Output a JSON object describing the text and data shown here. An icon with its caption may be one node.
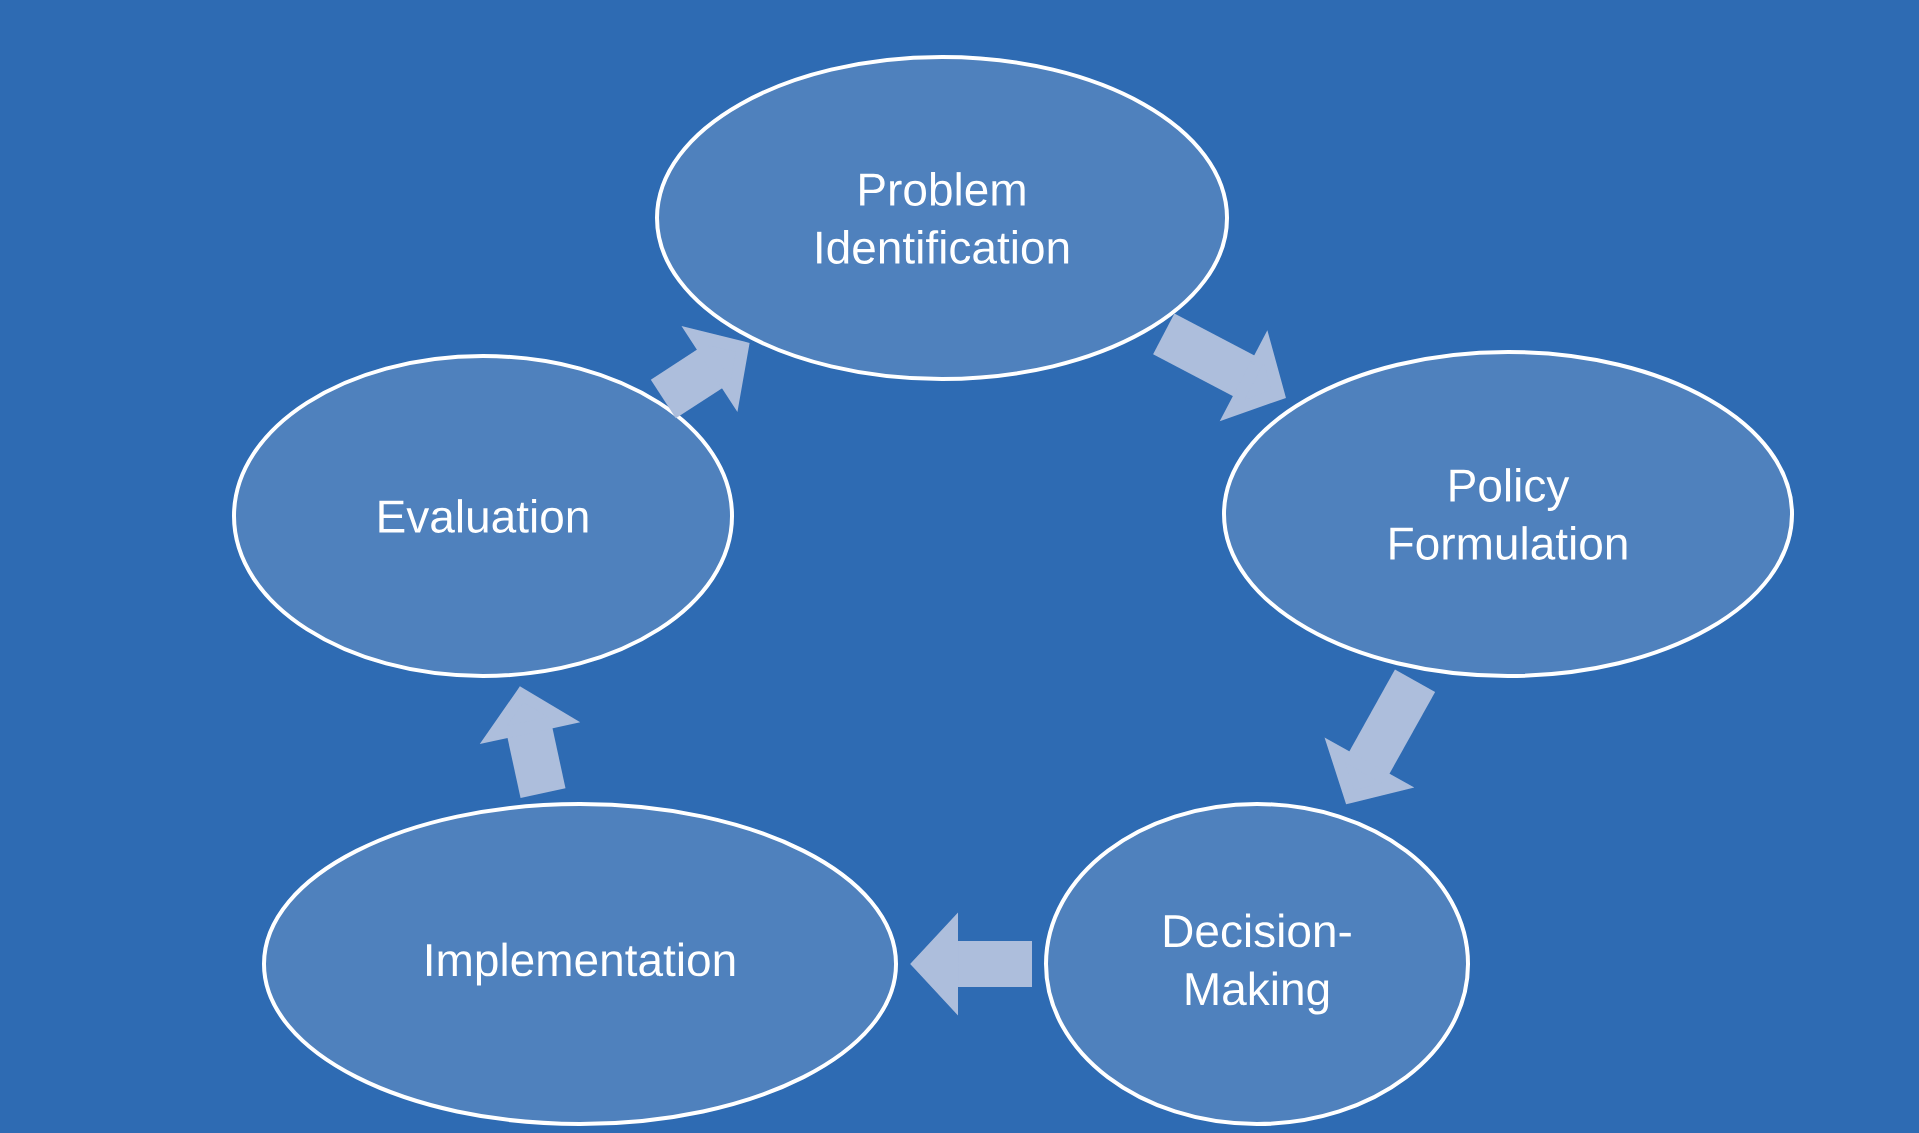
{
  "diagram": {
    "nodes": [
      {
        "text": [
          "Problem Identification"
        ]
      },
      {
        "text": [
          "Policy Formulation"
        ]
      },
      {
        "text": [
          "Decision-Making"
        ]
      },
      {
        "text": [
          "Implementation"
        ]
      },
      {
        "text": [
          "Evaluation"
        ]
      }
    ],
    "edges": [
      {
        "from": 0,
        "to": 1,
        "arrow": "to"
      },
      {
        "from": 1,
        "to": 2,
        "arrow": "to"
      },
      {
        "from": 2,
        "to": 3,
        "arrow": "to"
      },
      {
        "from": 3,
        "to": 4,
        "arrow": "to"
      },
      {
        "from": 4,
        "to": 0,
        "arrow": "to"
      }
    ]
  }
}
